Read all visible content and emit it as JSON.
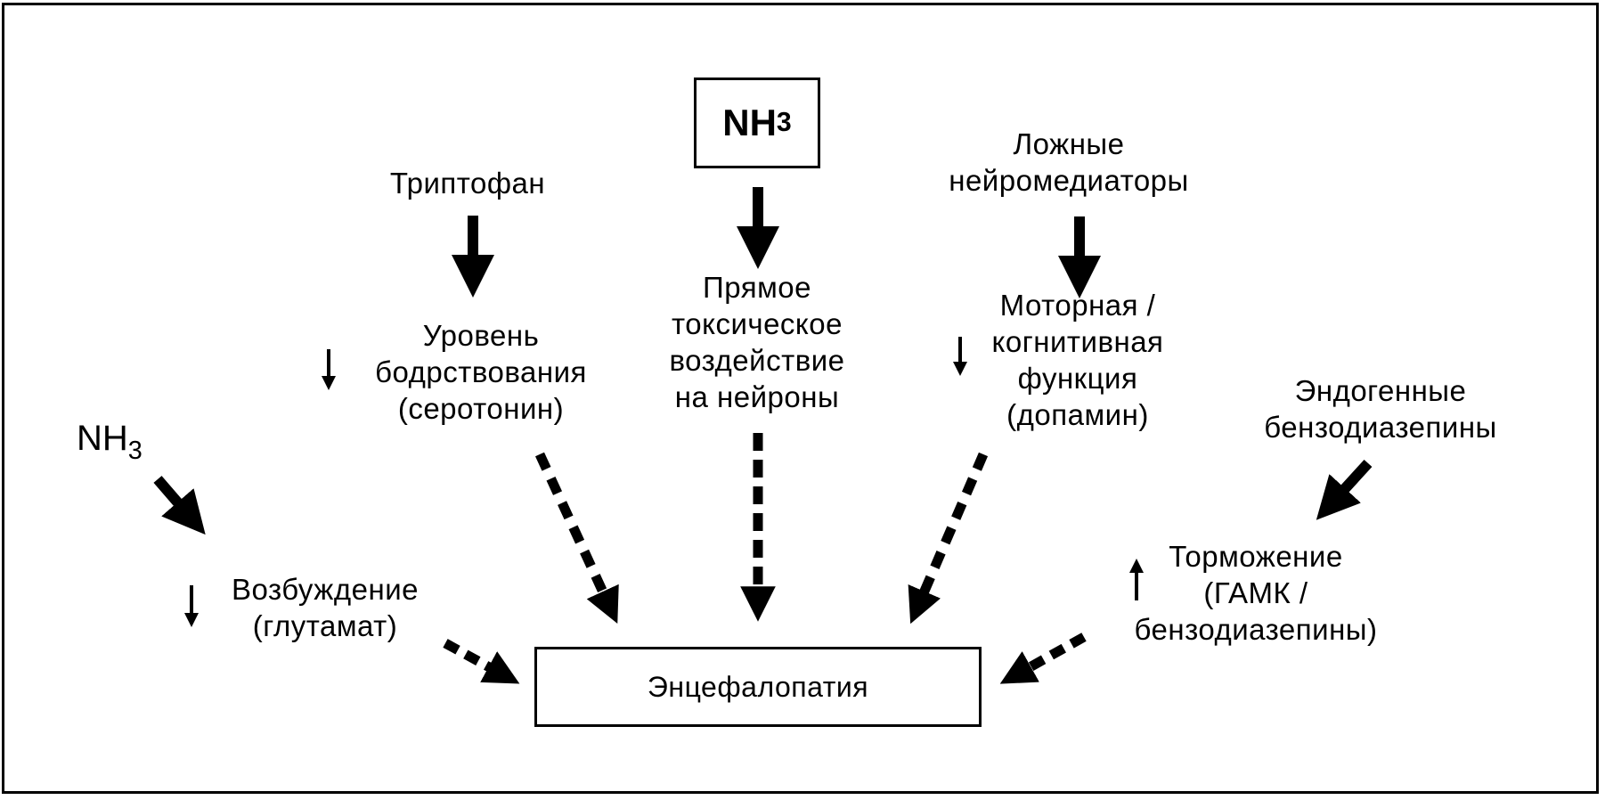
{
  "diagram": {
    "title_center_node": "Энцефалопатия",
    "central_source": {
      "label": "NH",
      "subscript": "3"
    },
    "left_source": {
      "label": "NH",
      "subscript": "3"
    },
    "nodes": {
      "tryptophan": {
        "lines": [
          "Триптофан"
        ]
      },
      "wakefulness": {
        "lines": [
          "Уровень",
          "бодрствования",
          "(серотонин)"
        ],
        "indicator": "down"
      },
      "direct_toxic": {
        "lines": [
          "Прямое",
          "токсическое",
          "воздействие",
          "на нейроны"
        ]
      },
      "false_neuro": {
        "lines": [
          "Ложные",
          "нейромедиаторы"
        ]
      },
      "motor_cognitive": {
        "lines": [
          "Моторная /",
          "когнитивная",
          "функция",
          "(допамин)"
        ],
        "indicator": "down"
      },
      "endogenous_benzo": {
        "lines": [
          "Эндогенные",
          "бензодиазепины"
        ]
      },
      "inhibition": {
        "lines": [
          "Торможение",
          "(ГАМК /",
          "бензодиазепины)"
        ],
        "indicator": "up"
      },
      "excitation": {
        "lines": [
          "Возбуждение",
          "(глутамат)"
        ],
        "indicator": "down"
      }
    },
    "edges": [
      {
        "from": "tryptophan",
        "to": "wakefulness",
        "style": "solid"
      },
      {
        "from": "central_source",
        "to": "direct_toxic",
        "style": "solid"
      },
      {
        "from": "false_neuro",
        "to": "motor_cognitive",
        "style": "solid"
      },
      {
        "from": "endogenous_benzo",
        "to": "inhibition",
        "style": "solid"
      },
      {
        "from": "left_source",
        "to": "excitation",
        "style": "solid"
      },
      {
        "from": "wakefulness",
        "to": "encephalopathy",
        "style": "dashed"
      },
      {
        "from": "direct_toxic",
        "to": "encephalopathy",
        "style": "dashed"
      },
      {
        "from": "motor_cognitive",
        "to": "encephalopathy",
        "style": "dashed"
      },
      {
        "from": "inhibition",
        "to": "encephalopathy",
        "style": "dashed"
      },
      {
        "from": "excitation",
        "to": "encephalopathy",
        "style": "dashed"
      }
    ]
  }
}
